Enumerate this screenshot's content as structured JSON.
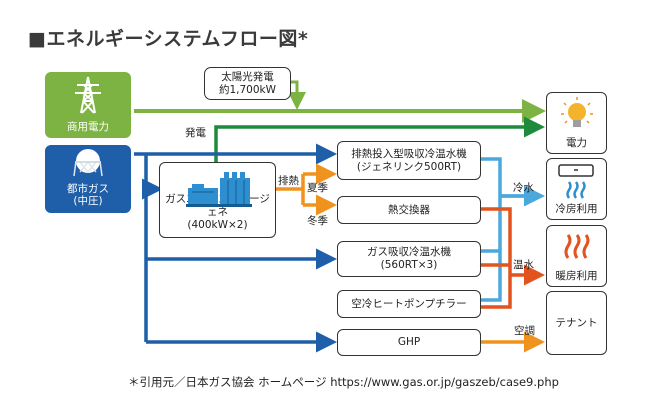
{
  "title": "■エネルギーシステムフロー図*",
  "sources": {
    "commercial_power": {
      "label": "商用電力",
      "icon": "power-tower-icon",
      "color": "#7cb342"
    },
    "city_gas": {
      "label_line1": "都市ガス",
      "label_line2": "(中圧)",
      "icon": "gas-tank-icon",
      "color": "#1f5ea8"
    }
  },
  "solar": {
    "line1": "太陽光発電",
    "line2": "約1,700kW"
  },
  "labels": {
    "generation": "発電",
    "exhaust_heat": "排熱",
    "summer": "夏季",
    "winter": "冬季",
    "cold_water": "冷水",
    "hot_water": "温水",
    "air_conditioning": "空調"
  },
  "equipment": {
    "gas_engine": {
      "line1": "ガスエンジン・コージェネ",
      "line2": "(400kW×2)",
      "icon": "gas-engine-icon"
    },
    "exhaust_chiller": {
      "line1": "排熱投入型吸収冷温水機",
      "line2": "(ジェネリンク500RT)"
    },
    "heat_exchanger": {
      "line1": "熱交換器"
    },
    "gas_chiller": {
      "line1": "ガス吸収冷温水機",
      "line2": "(560RT×3)"
    },
    "heat_pump": {
      "line1": "空冷ヒートポンプチラー"
    },
    "ghp": {
      "line1": "GHP"
    }
  },
  "outputs": {
    "electricity": {
      "label": "電力",
      "icon": "light-bulb-icon"
    },
    "cooling": {
      "label": "冷房利用",
      "icon": "air-conditioner-icon"
    },
    "heating": {
      "label": "暖房利用",
      "icon": "heat-waves-icon"
    },
    "tenant": {
      "label": "テナント"
    }
  },
  "colors": {
    "power_green": "#7cb342",
    "generation_green": "#1e8a3c",
    "gas_blue": "#1f5ea8",
    "exhaust_orange": "#f0931e",
    "cold_blue": "#4aa8dc",
    "hot_red": "#e2531e"
  },
  "footer": "＊引用元／日本ガス協会 ホームページ  https://www.gas.or.jp/gaszeb/case9.php"
}
